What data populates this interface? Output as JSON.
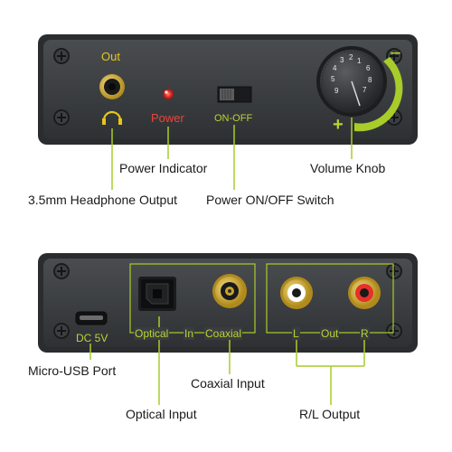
{
  "top_panel": {
    "out_label": "Out",
    "power_label": "Power",
    "onoff_label": "ON-OFF",
    "knob_numbers": [
      "1",
      "2",
      "3",
      "4",
      "5",
      "6",
      "7",
      "8",
      "9"
    ],
    "minus_sign": "−",
    "plus_sign": "+"
  },
  "top_callouts": {
    "power_indicator": "Power Indicator",
    "volume_knob": "Volume Knob",
    "headphone_output": "3.5mm Headphone Output",
    "power_switch": "Power ON/OFF Switch"
  },
  "bottom_panel": {
    "dc_label": "DC 5V",
    "optical_label": "Optical",
    "in_label": "In",
    "coaxial_label": "Coaxial",
    "l_label": "L",
    "out_label": "Out",
    "r_label": "R"
  },
  "bottom_callouts": {
    "micro_usb": "Micro-USB Port",
    "coaxial_input": "Coaxial Input",
    "optical_input": "Optical Input",
    "rl_output": "R/L Output"
  },
  "colors": {
    "panel": "#3a3d40",
    "accent_green": "#a8cc2a",
    "accent_yellow": "#e8c51a",
    "led_red": "#e8302a"
  }
}
